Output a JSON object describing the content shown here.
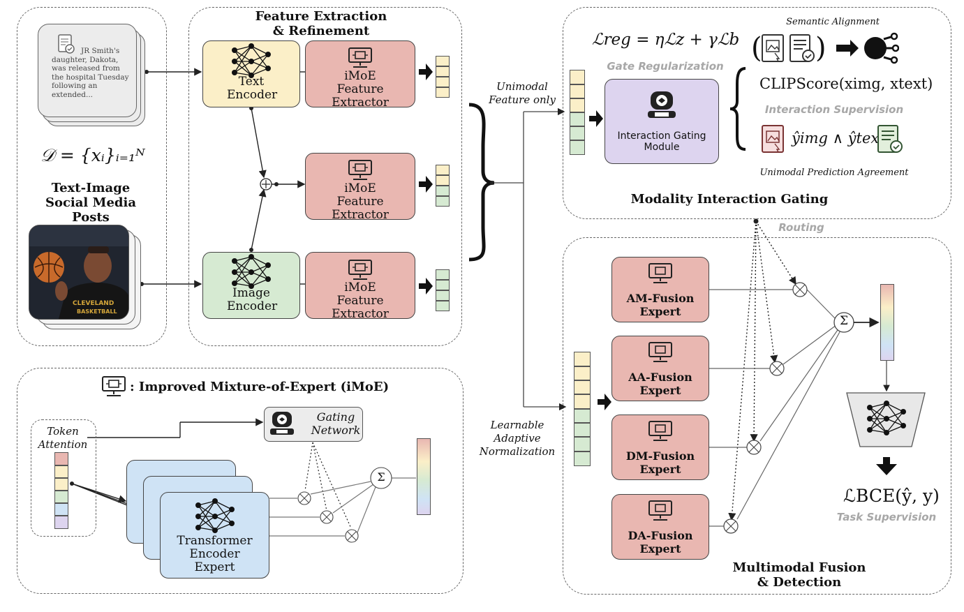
{
  "input_panel": {
    "post_text": "JR Smith's daughter, Dakota, was released from the hospital Tuesday following an extended...",
    "dataset_formula": "𝒟 = {xᵢ}ᵢ₌₁ᴺ",
    "label": "Text-Image Social Media Posts",
    "jersey_text": "CLEVELAND",
    "jersey_text2": "BASKETBALL"
  },
  "feature_panel": {
    "title": "Feature Extraction & Refinement",
    "text_encoder": "Text Encoder",
    "image_encoder": "Image Encoder",
    "imoe_extractor": "iMoE Feature Extractor"
  },
  "middle": {
    "unimodal_label": "Unimodal Feature only",
    "learnable_label": "Learnable Adaptive Normalization",
    "routing_label": "Routing"
  },
  "gating_panel": {
    "reg_formula": "ℒreg = ηℒz + γℒb",
    "gate_reg": "Gate Regularization",
    "module": "Interaction Gating Module",
    "semantic_alignment": "Semantic Alignment",
    "clipscore": "CLIPScore(ximg, xtext)",
    "interaction_supervision": "Interaction Supervision",
    "agreement_formula": "ŷimg ∧ ŷtext",
    "unimodal_agreement": "Unimodal Prediction Agreement",
    "title": "Modality Interaction Gating"
  },
  "fusion_panel": {
    "experts": [
      "AM-Fusion Expert",
      "AA-Fusion Expert",
      "DM-Fusion Expert",
      "DA-Fusion Expert"
    ],
    "sum_symbol": "Σ",
    "loss_formula": "ℒBCE(ŷ, y)",
    "task_supervision": "Task Supervision",
    "title": "Multimodal Fusion & Detection"
  },
  "imoe_panel": {
    "legend": ": Improved Mixture-of-Expert (iMoE)",
    "token_attention": "Token Attention",
    "gating_network": "Gating Network",
    "expert": "Transformer Encoder Expert",
    "sum_symbol": "Σ"
  },
  "colors": {
    "yellow": "#fbefc8",
    "green": "#d6ead2",
    "red": "#e9b7b1",
    "purple": "#ddd4ef",
    "blue": "#cfe3f5"
  }
}
